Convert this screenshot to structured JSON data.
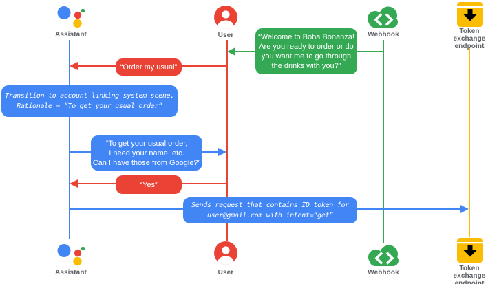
{
  "colors": {
    "blue": "#4285F4",
    "red": "#EA4335",
    "green": "#34A853",
    "yellow": "#FBBC04",
    "label_gray": "#5F6368"
  },
  "actors": {
    "assistant": {
      "label": "Assistant"
    },
    "user": {
      "label": "User"
    },
    "webhook": {
      "label": "Webhook"
    },
    "token_endpoint": {
      "label": "Token exchange\nendpoint"
    }
  },
  "messages": {
    "welcome": {
      "from": "webhook",
      "to": "user",
      "text": "“Welcome to Boba Bonanza!\nAre you ready to order or do\nyou want me to go through\nthe drinks with you?”"
    },
    "order_usual": {
      "from": "user",
      "to": "assistant",
      "text": "“Order my usual”"
    },
    "transition_note": {
      "actor": "assistant",
      "text": "Transition to account linking system scene.\nRationale = “To get your usual order”"
    },
    "ask_permission": {
      "from": "assistant",
      "to": "user",
      "text": "“To get your usual order,\nI need your name, etc.\nCan I have those from Google?”"
    },
    "yes": {
      "from": "user",
      "to": "assistant",
      "text": "“Yes”"
    },
    "send_request": {
      "from": "assistant",
      "to": "token_endpoint",
      "text": "Sends request that contains ID token for\nuser@gmail.com with intent=“get”"
    }
  }
}
